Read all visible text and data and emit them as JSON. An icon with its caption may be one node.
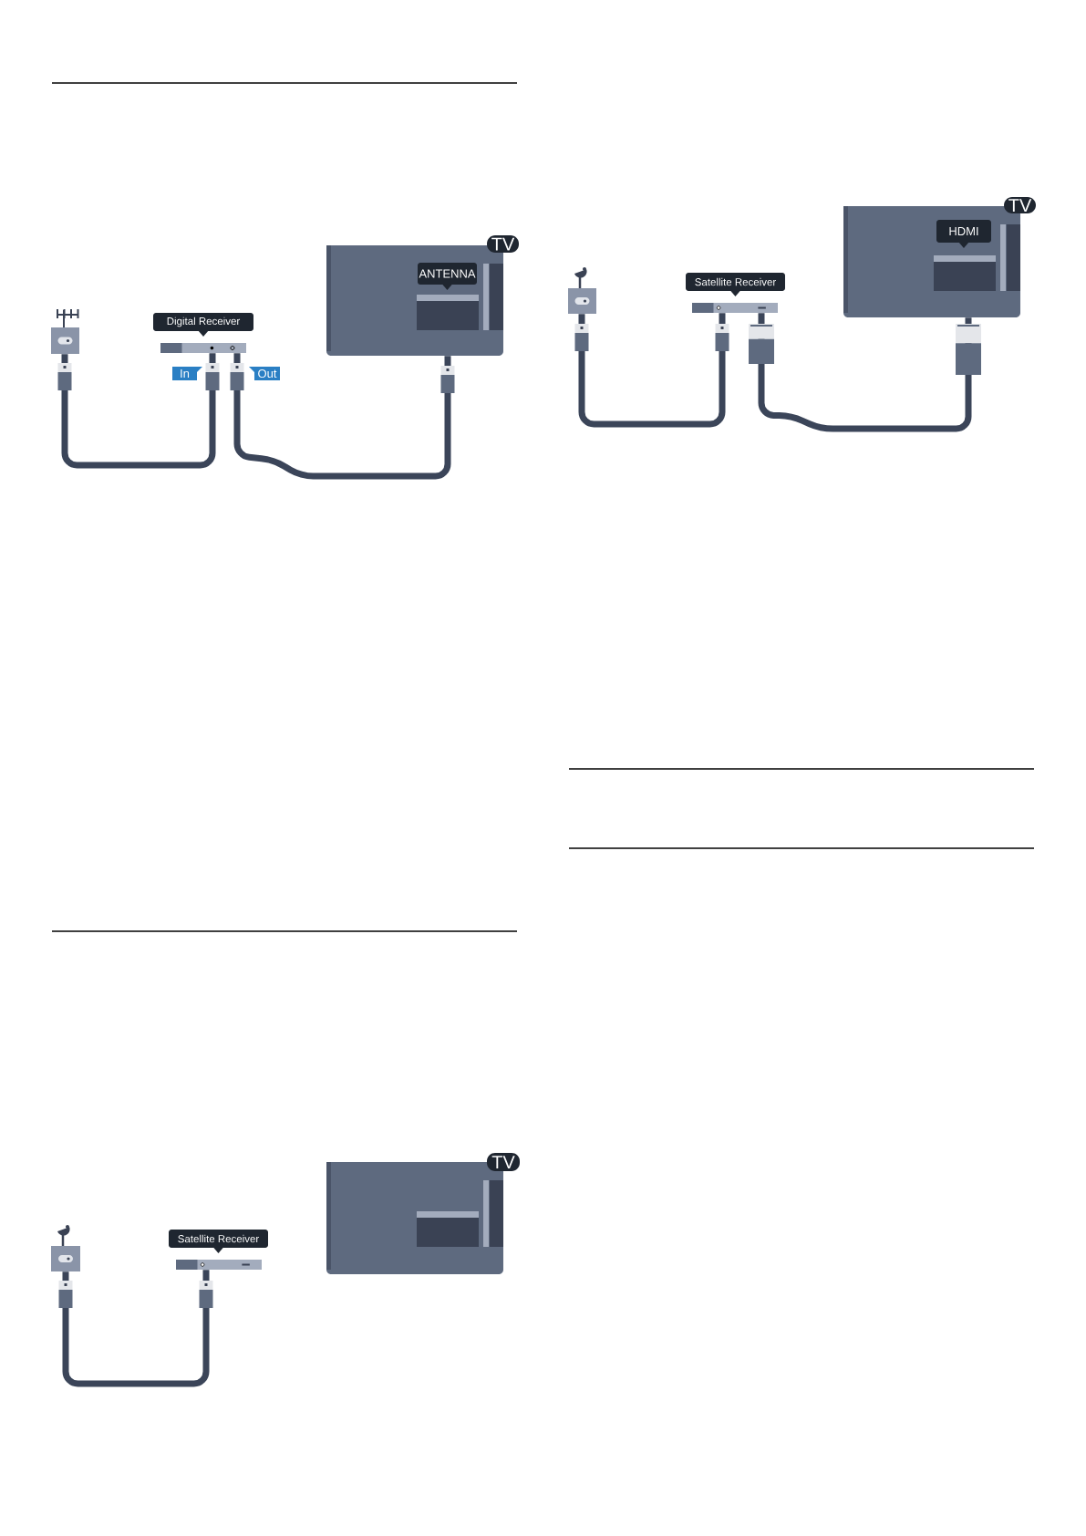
{
  "diagram": {
    "nodes": [
      {
        "text": [],
        "shape": "picture"
      },
      {
        "text": [
          "Digital Receiver"
        ]
      },
      {
        "text": [
          "TV"
        ]
      },
      {
        "text": [
          "ANTENNA"
        ],
        "in": 2
      },
      {
        "text": [],
        "shape": "picture"
      },
      {
        "text": [
          "Satellite Receiver"
        ]
      },
      {
        "text": [
          "TV"
        ]
      },
      {
        "text": [],
        "shape": "picture"
      },
      {
        "text": [
          "Satellite Receiver"
        ]
      },
      {
        "text": [
          "TV"
        ]
      },
      {
        "text": [
          "HDMI"
        ],
        "in": 9
      }
    ],
    "edges": [
      {
        "from": 0,
        "to": 1,
        "arrow": "other"
      },
      {
        "from": 1,
        "to": 2,
        "arrow": "other"
      },
      {
        "from": 4,
        "to": 5,
        "arrow": "other"
      },
      {
        "from": 7,
        "to": 8,
        "arrow": "other"
      },
      {
        "from": 8,
        "to": 9,
        "arrow": "other"
      }
    ],
    "labels": [
      "In",
      "Out"
    ]
  }
}
